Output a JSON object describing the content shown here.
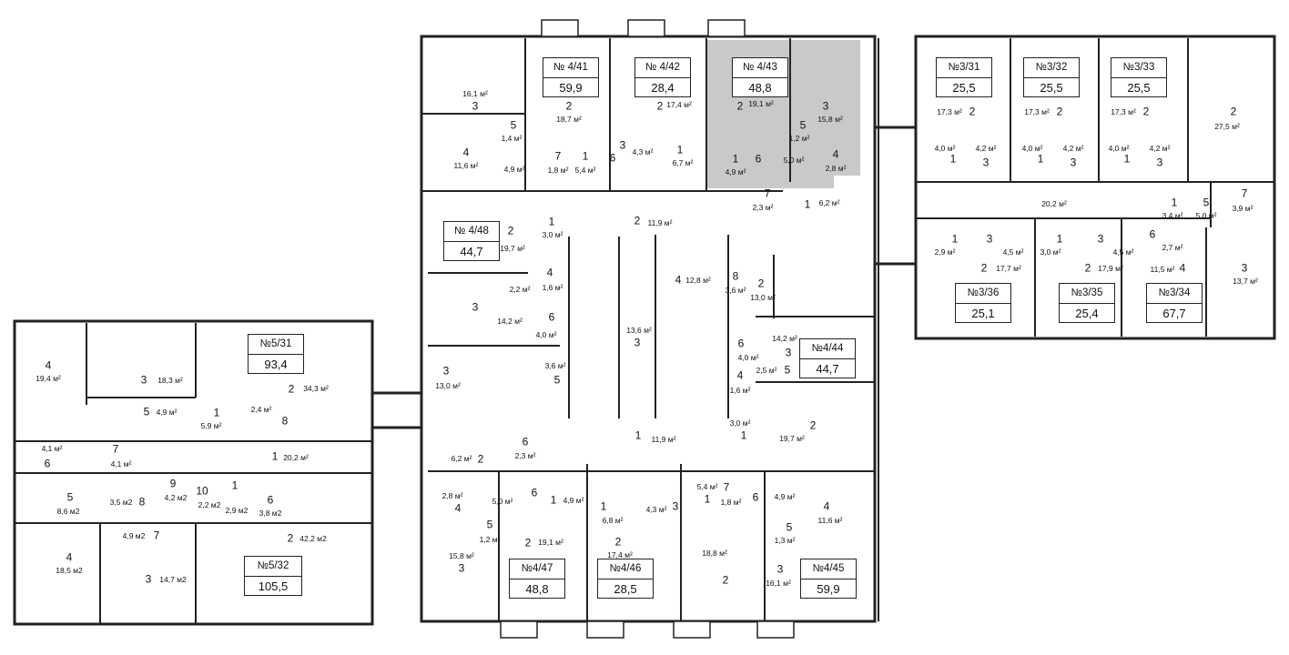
{
  "plan": {
    "highlight_color": "#c9c9c9",
    "wall_color": "#222222",
    "apartments": [
      {
        "number": "№ 4/41",
        "area": "59,9"
      },
      {
        "number": "№ 4/42",
        "area": "28,4"
      },
      {
        "number": "№ 4/43",
        "area": "48,8",
        "highlighted": true
      },
      {
        "number": "№3/31",
        "area": "25,5"
      },
      {
        "number": "№3/32",
        "area": "25,5"
      },
      {
        "number": "№3/33",
        "area": "25,5"
      },
      {
        "number": "№ 4/48",
        "area": "44,7"
      },
      {
        "number": "№3/36",
        "area": "25,1"
      },
      {
        "number": "№3/35",
        "area": "25,4"
      },
      {
        "number": "№3/34",
        "area": "67,7"
      },
      {
        "number": "№5/31",
        "area": "93,4"
      },
      {
        "number": "№4/44",
        "area": "44,7"
      },
      {
        "number": "№4/47",
        "area": "48,8"
      },
      {
        "number": "№4/46",
        "area": "28,5"
      },
      {
        "number": "№4/45",
        "area": "59,9"
      },
      {
        "number": "№5/32",
        "area": "105,5"
      }
    ],
    "rooms": [
      {
        "n": "3",
        "a": "16,1 м²"
      },
      {
        "n": "2",
        "a": "18,7 м²"
      },
      {
        "n": "5",
        "a": "1,4 м²"
      },
      {
        "n": "4",
        "a": "11,6 м²"
      },
      {
        "n": "",
        "a": "4,9 м²"
      },
      {
        "n": "7",
        "a": "1,8 м²"
      },
      {
        "n": "1",
        "a": "5,4 м²"
      },
      {
        "n": "6",
        "a": ""
      },
      {
        "n": "2",
        "a": "17,4 м²"
      },
      {
        "n": "3",
        "a": "4,3 м²"
      },
      {
        "n": "1",
        "a": "6,7 м²"
      },
      {
        "n": "2",
        "a": "19,1 м²"
      },
      {
        "n": "3",
        "a": "15,8 м²"
      },
      {
        "n": "5",
        "a": "1,2 м²"
      },
      {
        "n": "1",
        "a": "4,9 м²"
      },
      {
        "n": "6",
        "a": "5,0 м²"
      },
      {
        "n": "4",
        "a": "2,8 м²"
      },
      {
        "n": "2",
        "a": "17,3 м²"
      },
      {
        "n": "1",
        "a": "4,0 м²"
      },
      {
        "n": "3",
        "a": "4,2 м²"
      },
      {
        "n": "2",
        "a": "17,3 м²"
      },
      {
        "n": "1",
        "a": "4,0 м²"
      },
      {
        "n": "3",
        "a": "4,2 м²"
      },
      {
        "n": "2",
        "a": "17,3 м²"
      },
      {
        "n": "1",
        "a": "4,0 м²"
      },
      {
        "n": "3",
        "a": "4,2 м²"
      },
      {
        "n": "2",
        "a": "27,5 м²"
      },
      {
        "n": "",
        "a": "20,2 м²"
      },
      {
        "n": "1",
        "a": "3,4 м²"
      },
      {
        "n": "5",
        "a": "5,0 м²"
      },
      {
        "n": "7",
        "a": "3,9 м²"
      },
      {
        "n": "1",
        "a": "2,9 м²"
      },
      {
        "n": "3",
        "a": "4,5 м²"
      },
      {
        "n": "2",
        "a": "17,7 м²"
      },
      {
        "n": "1",
        "a": "3,0 м²"
      },
      {
        "n": "3",
        "a": "4,5 м²"
      },
      {
        "n": "2",
        "a": "17,9 м²"
      },
      {
        "n": "6",
        "a": "2,7 м²"
      },
      {
        "n": "4",
        "a": "11,5 м²"
      },
      {
        "n": "3",
        "a": "13,7 м²"
      },
      {
        "n": "4",
        "a": "19,4 м²"
      },
      {
        "n": "3",
        "a": "18,3 м²"
      },
      {
        "n": "2",
        "a": "34,3 м²"
      },
      {
        "n": "5",
        "a": "4,9 м²"
      },
      {
        "n": "1",
        "a": "5,9 м²"
      },
      {
        "n": "8",
        "a": "2,4 м²"
      },
      {
        "n": "6",
        "a": "4,1 м²"
      },
      {
        "n": "7",
        "a": "4,1 м²"
      },
      {
        "n": "1",
        "a": "20,2 м²"
      },
      {
        "n": "5",
        "a": "8,6 м2"
      },
      {
        "n": "8",
        "a": "3,5 м2"
      },
      {
        "n": "9",
        "a": "4,2 м2"
      },
      {
        "n": "10",
        "a": "2,2 м2"
      },
      {
        "n": "1",
        "a": "2,9 м2"
      },
      {
        "n": "6",
        "a": "3,8 м2"
      },
      {
        "n": "2",
        "a": "42,2 м2"
      },
      {
        "n": "7",
        "a": "4,9 м2"
      },
      {
        "n": "4",
        "a": "18,5 м2"
      },
      {
        "n": "3",
        "a": "14,7 м2"
      },
      {
        "n": "2",
        "a": "19,7 м²"
      },
      {
        "n": "1",
        "a": "3,0 м²"
      },
      {
        "n": "2",
        "a": "11,9 м²"
      },
      {
        "n": "7",
        "a": "2,3 м²"
      },
      {
        "n": "1",
        "a": "6,2 м²"
      },
      {
        "n": "4",
        "a": "1,6 м²"
      },
      {
        "n": "",
        "a": "2,2 м²"
      },
      {
        "n": "3",
        "a": "14,2 м²"
      },
      {
        "n": "6",
        "a": "4,0 м²"
      },
      {
        "n": "3",
        "a": "13,6 м²"
      },
      {
        "n": "4",
        "a": "12,8 м²"
      },
      {
        "n": "8",
        "a": "3,6 м²"
      },
      {
        "n": "2",
        "a": "13,0 м²"
      },
      {
        "n": "6",
        "a": "4,0 м²"
      },
      {
        "n": "3",
        "a": "14,2 м²"
      },
      {
        "n": "5",
        "a": "2,5 м²"
      },
      {
        "n": "4",
        "a": "1,6 м²"
      },
      {
        "n": "3",
        "a": "13,0 м²"
      },
      {
        "n": "5",
        "a": "3,6 м²"
      },
      {
        "n": "1",
        "a": "11,9 м²"
      },
      {
        "n": "1",
        "a": "3,0 м²"
      },
      {
        "n": "2",
        "a": "19,7 м²"
      },
      {
        "n": "6",
        "a": "2,3 м²"
      },
      {
        "n": "2",
        "a": "6,2 м²"
      },
      {
        "n": "4",
        "a": "2,8 м²"
      },
      {
        "n": "6",
        "a": "5,0 м²"
      },
      {
        "n": "1",
        "a": "4,9 м²"
      },
      {
        "n": "5",
        "a": "1,2 м²"
      },
      {
        "n": "2",
        "a": "19,1 м²"
      },
      {
        "n": "3",
        "a": "15,8 м²"
      },
      {
        "n": "1",
        "a": "6,8 м²"
      },
      {
        "n": "3",
        "a": "4,3 м²"
      },
      {
        "n": "2",
        "a": "17,4 м²"
      },
      {
        "n": "1",
        "a": "5,4 м²"
      },
      {
        "n": "7",
        "a": "1,8 м²"
      },
      {
        "n": "6",
        "a": "4,9 м²"
      },
      {
        "n": "4",
        "a": "11,6 м²"
      },
      {
        "n": "5",
        "a": "1,3 м²"
      },
      {
        "n": "2",
        "a": "18,8 м²"
      },
      {
        "n": "3",
        "a": "16,1 м²"
      }
    ]
  }
}
